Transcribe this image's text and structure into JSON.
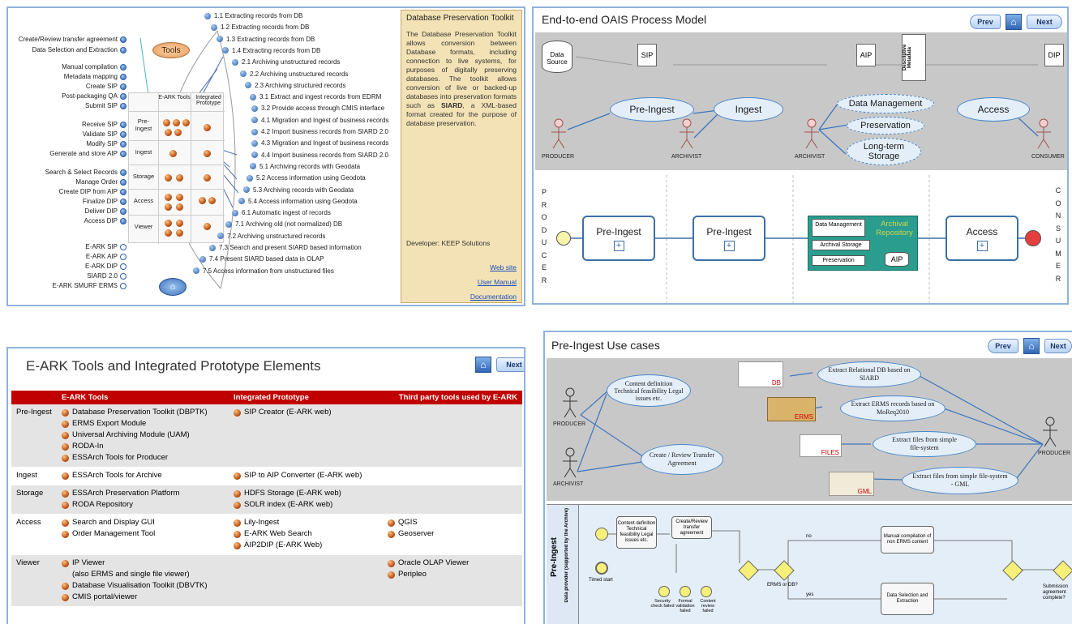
{
  "dbptk": {
    "left_items": [
      "Create/Review transfer agreement",
      "Data Selection and Extraction",
      "Manual compilation",
      "Metadata mapping",
      "Create SIP",
      "Post-packaging QA",
      "Submit SIP",
      "Receive SIP",
      "Validate SIP",
      "Modify SIP",
      "Generate and store AIP",
      "Search & Select Records",
      "Manage Order",
      "Create DIP from AIP",
      "Finalize DIP",
      "Deliver DIP",
      "Access DIP",
      "E-ARK SIP",
      "E-ARK AIP",
      "E-ARK DIP",
      "SIARD 2.0",
      "E-ARK SMURF ERMS"
    ],
    "tools_label": "Tools",
    "grid_headers": [
      "E-ARK Tools",
      "Integrated Prototype"
    ],
    "grid_rows": [
      "Pre-Ingest",
      "Ingest",
      "Storage",
      "Access",
      "Viewer"
    ],
    "right_items": [
      "1.1 Extracting records from DB",
      "1.2 Extracting records from DB",
      "1.3 Extracting records from DB",
      "1.4 Extracting records from DB",
      "2.1 Archiving unstructured records",
      "2.2 Archiving unstructured records",
      "2.3 Archiving structured records",
      "3.1 Extract and ingest records from EDRM",
      "3.2 Provide access through CMIS interface",
      "4.1 Migration and Ingest of business records",
      "4.2 Import business records from SIARD 2.0",
      "4.3 Migration and Ingest of business records",
      "4.4 Import business records from SIARD 2.0",
      "5.1 Archiving records with Geodata",
      "5.2 Access information using Geodota",
      "5.3 Archiving records with Geodata",
      "5.4 Access information using Geodota",
      "6.1 Automatic ingest of records",
      "7.1 Archiving old (not normalized) DB",
      "7.2 Archiving unstructured records",
      "7.3 Search and present SIARD based information",
      "7.4 Present SIARD based data in OLAP",
      "7.5 Access information from unstructured files"
    ],
    "info_title": "Database Preservation Toolkit",
    "info_text_1": "The Database Preservation Toolkit allows conversion between Database formats, including connection to live systems, for purposes of digitally preserving databases. The toolkit allows conversion of live or backed-up databases into preservation formats such as ",
    "info_bold": "SIARD",
    "info_text_2": ", a XML-based format created for the purpose of database preservation.",
    "developer": "Developer: KEEP Solutions",
    "links": [
      "Web site",
      "User Manual",
      "Documentation"
    ]
  },
  "oais": {
    "title": "End-to-end OAIS Process Model",
    "prev": "Prev",
    "next": "Next",
    "data_source": "Data Source",
    "sip": "SIP",
    "aip": "AIP",
    "dip": "DIP",
    "descriptive": "Descriptive Metadata",
    "pre_ingest": "Pre-Ingest",
    "ingest": "Ingest",
    "access": "Access",
    "data_management": "Data Management",
    "preservation": "Preservation",
    "long_term_storage": "Long-term Storage",
    "producer": "PRODUCER",
    "archivist": "ARCHIVIST",
    "archivist2": "ARCHIVIST",
    "consumer": "CONSUMER",
    "producer_letters": [
      "P",
      "R",
      "O",
      "D",
      "U",
      "C",
      "E",
      "R"
    ],
    "consumer_letters": [
      "C",
      "O",
      "N",
      "S",
      "U",
      "M",
      "E",
      "R"
    ],
    "box1": "Pre-Ingest",
    "box2": "Pre-Ingest",
    "box3": "Access",
    "repo_title": "Archival Repository",
    "repo_items": [
      "Data Management",
      "Archival Storage",
      "Preservation"
    ],
    "repo_aip": "AIP"
  },
  "tools_table": {
    "title": "E-ARK Tools and Integrated Prototype Elements",
    "next": "Next",
    "headers": [
      "E-ARK Tools",
      "Integrated Prototype",
      "Third party tools used by E-ARK"
    ],
    "rows": [
      {
        "label": "Pre-Ingest",
        "tools": [
          "Database Preservation Toolkit (DBPTK)",
          "ERMS Export Module",
          "Universal Archiving Module (UAM)",
          "RODA-In",
          "ESSArch Tools for Producer"
        ],
        "proto": [
          "SIP Creator (E-ARK web)"
        ],
        "third": []
      },
      {
        "label": "Ingest",
        "tools": [
          "ESSArch Tools for Archive"
        ],
        "proto": [
          "SIP to AIP Converter (E-ARK web)"
        ],
        "third": []
      },
      {
        "label": "Storage",
        "tools": [
          "ESSArch Preservation Platform",
          "RODA Repository"
        ],
        "proto": [
          "HDFS Storage (E-ARK web)",
          "SOLR index (E-ARK web)"
        ],
        "third": []
      },
      {
        "label": "Access",
        "tools": [
          "Search and Display GUI",
          "Order Management Tool"
        ],
        "proto": [
          "Lily-Ingest",
          "E-ARK Web Search",
          "AIP2DIP (E-ARK Web)"
        ],
        "third": [
          "QGIS",
          "Geoserver"
        ]
      },
      {
        "label": "Viewer",
        "tools": [
          "IP Viewer",
          "(also ERMS and single file viewer)",
          "Database Visualisation Toolkit (DBVTK)",
          "CMIS portal/viewer"
        ],
        "proto": [],
        "third": [
          "Oracle OLAP Viewer",
          "Peripleo"
        ]
      }
    ]
  },
  "usecases": {
    "title": "Pre-Ingest Use cases",
    "prev": "Prev",
    "next": "Next",
    "content_def": "Content definition Technical feasibility Legal issues etc.",
    "create_review": "Create / Review Transfer Agreement",
    "extract_db": "Extract Relational DB based on SIARD",
    "extract_erms": "Extract ERMS records based on MoReq2010",
    "extract_files": "Extract files from simple file-system",
    "extract_gml": "Extract files from simple file-system - GML",
    "thumb_db": "DB",
    "thumb_erms": "ERMS",
    "thumb_files": "FILES",
    "thumb_gml": "GML",
    "producer": "PRODUCER",
    "archivist": "ARCHIVIST",
    "producer2": "PRODUCER",
    "lane_title": "Pre-Ingest",
    "lane_sub": "Data provider (supported by the Archive)",
    "task1": "Content definition Technical feasibility Legal issues etc.",
    "task2": "Create/Review transfer agreement",
    "task3": "Manual compilation of non ERMS content",
    "task4": "Data Selection and Extraction",
    "timed": "Timed start",
    "no": "no",
    "yes": "yes",
    "erms_db": "ERMS or DB?",
    "events": [
      "Security check failed",
      "Formal validation failed",
      "Content review failed"
    ],
    "submission": "Submission agreement complete?"
  }
}
